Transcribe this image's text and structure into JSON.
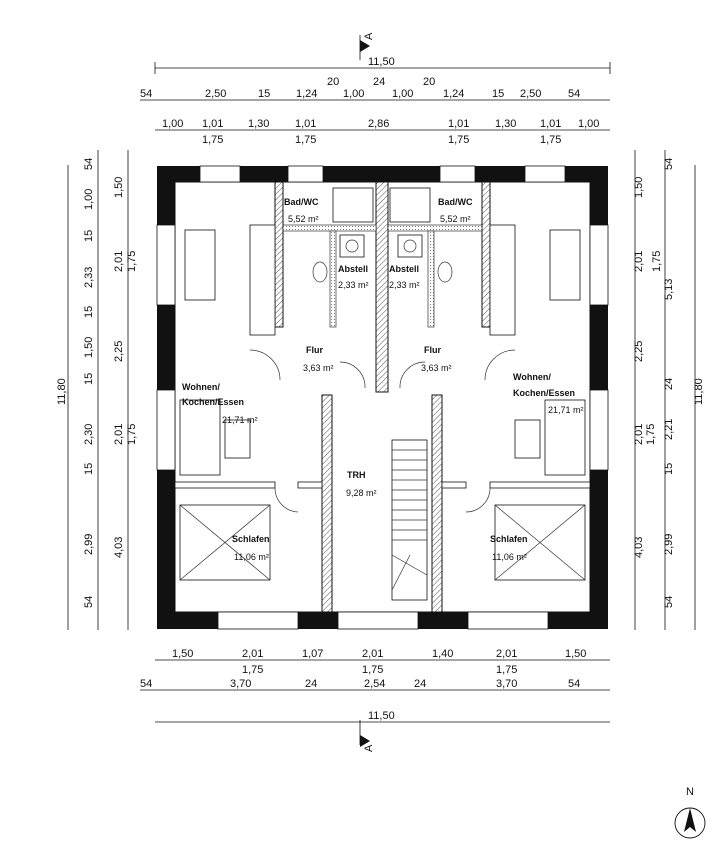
{
  "north_label": "N",
  "section_marker": "A",
  "dims": {
    "top_total": "11,50",
    "top_row2": [
      "54",
      "2,50",
      "15",
      "1,24",
      "1,00",
      "1,00",
      "1,24",
      "15",
      "2,50",
      "54"
    ],
    "top_row2_extra": [
      "20",
      "24",
      "20"
    ],
    "top_row3": [
      "1,00",
      "1,01",
      "1,30",
      "1,01",
      "2,86",
      "1,01",
      "1,30",
      "1,01",
      "1,00"
    ],
    "top_row3_sub": [
      "1,75",
      "1,75",
      "1,75",
      "1,75"
    ],
    "left_total": "11,80",
    "left_outer": [
      "54",
      "1,00",
      "15",
      "2,33",
      "15",
      "1,50",
      "15",
      "2,30",
      "15",
      "2,99",
      "54"
    ],
    "left_inner": [
      "1,50",
      "2,01",
      "1,75",
      "2,25",
      "2,01",
      "1,75",
      "4,03"
    ],
    "right_total": "11,80",
    "right_outer": [
      "54",
      "1,75",
      "5,13",
      "24",
      "2,21",
      "15",
      "2,99",
      "54"
    ],
    "right_inner": [
      "1,50",
      "2,01",
      "2,25",
      "2,01",
      "1,75",
      "4,03"
    ],
    "bottom_row1": [
      "1,50",
      "2,01",
      "1,07",
      "2,01",
      "1,40",
      "2,01",
      "1,50"
    ],
    "bottom_row1_sub": [
      "1,75",
      "1,75",
      "1,75"
    ],
    "bottom_row2": [
      "54",
      "3,70",
      "24",
      "2,54",
      "24",
      "3,70",
      "54"
    ],
    "bottom_total": "11,50"
  },
  "rooms": {
    "bad_left": {
      "name": "Bad/WC",
      "area": "5,52 m²"
    },
    "bad_right": {
      "name": "Bad/WC",
      "area": "5,52 m²"
    },
    "abstell_left": {
      "name": "Abstell",
      "area": "2,33 m²"
    },
    "abstell_right": {
      "name": "Abstell",
      "area": "2,33 m²"
    },
    "flur_left": {
      "name": "Flur",
      "area": "3,63 m²"
    },
    "flur_right": {
      "name": "Flur",
      "area": "3,63 m²"
    },
    "wohnen_left": {
      "name1": "Wohnen/",
      "name2": "Kochen/Essen",
      "area": "21,71 m²"
    },
    "wohnen_right": {
      "name1": "Wohnen/",
      "name2": "Kochen/Essen",
      "area": "21,71 m²"
    },
    "trh": {
      "name": "TRH",
      "area": "9,28 m²"
    },
    "schlafen_left": {
      "name": "Schlafen",
      "area": "11,06 m²"
    },
    "schlafen_right": {
      "name": "Schlafen",
      "area": "11,06 m²"
    }
  }
}
